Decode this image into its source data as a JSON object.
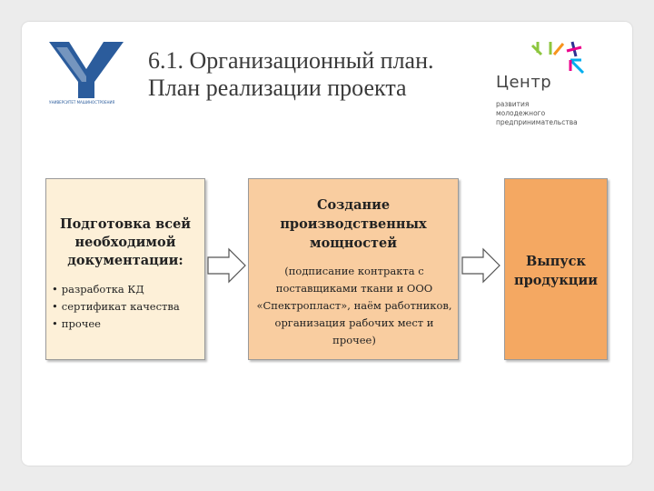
{
  "header": {
    "title_line1": "6.1. Организационный план.",
    "title_line2": "План реализации проекта"
  },
  "logo_left": {
    "icon": "university-logo",
    "caption": "УНИВЕРСИТЕТ МАШИНОСТРОЕНИЯ",
    "color": "#2b5c9c"
  },
  "logo_right": {
    "icon": "centre-logo",
    "word": "Центр",
    "subtitle_lines": [
      "развития",
      "молодежного",
      "предпринимательства"
    ]
  },
  "steps": [
    {
      "heading": "Подготовка всей необходимой документации:",
      "bullets": [
        "разработка КД",
        "сертификат качества",
        "прочее"
      ],
      "color": "#fdf0d8"
    },
    {
      "heading": "Создание производственных мощностей",
      "details": "(подписание контракта с поставщиками ткани и ООО «Спектропласт», наём работников, организация рабочих мест и прочее)",
      "color": "#f9cda0"
    },
    {
      "heading": "Выпуск продукции",
      "color": "#f4a862"
    }
  ],
  "arrows": [
    "arrow-right-icon",
    "arrow-right-icon"
  ]
}
